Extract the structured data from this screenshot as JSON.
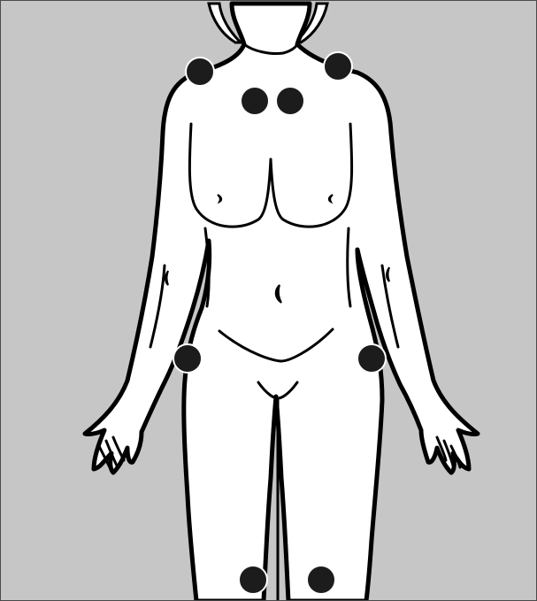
{
  "colors": {
    "background": "#c6c6c6",
    "figure_fill": "#ffffff",
    "outline": "#000000",
    "marker": "#1c1c1c",
    "marker_ring": "#ffffff",
    "frame": "#4a4a4a"
  },
  "markers": [
    {
      "id": "left-shoulder"
    },
    {
      "id": "right-shoulder"
    },
    {
      "id": "left-upper-chest"
    },
    {
      "id": "right-upper-chest"
    },
    {
      "id": "left-hip"
    },
    {
      "id": "right-hip"
    },
    {
      "id": "left-knee"
    },
    {
      "id": "right-knee"
    }
  ]
}
